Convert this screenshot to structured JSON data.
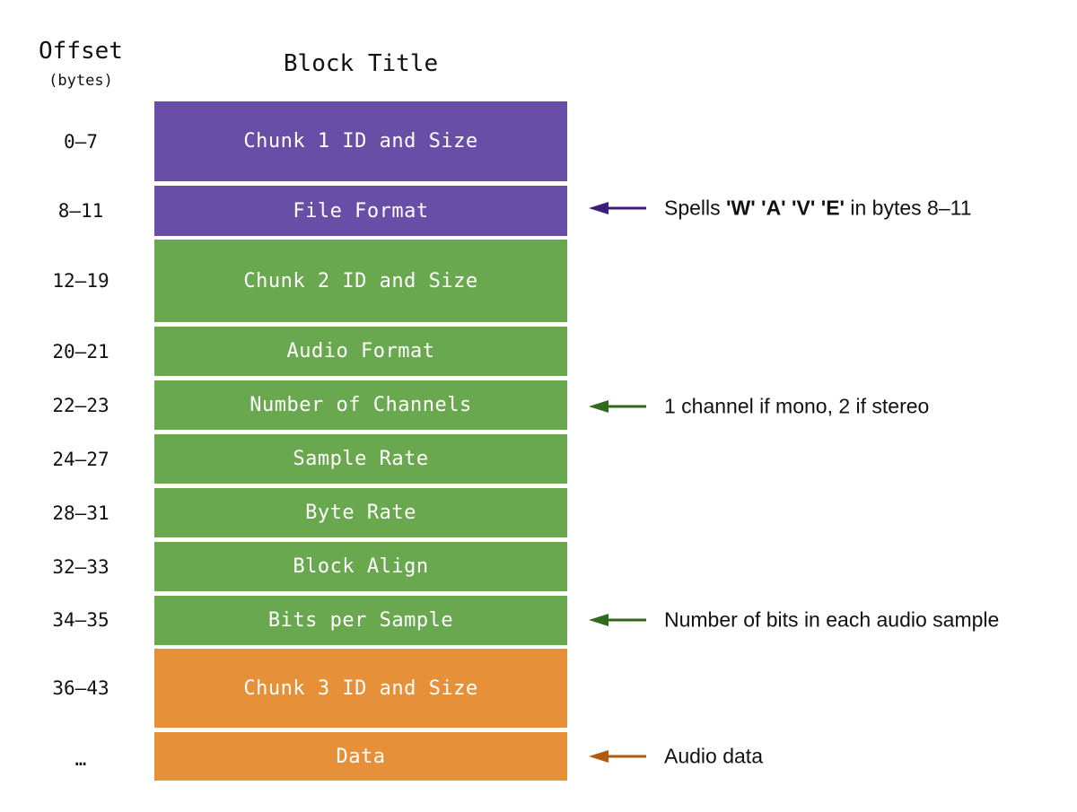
{
  "header": {
    "offset_title": "Offset",
    "offset_unit": "(bytes)",
    "block_title": "Block Title"
  },
  "rows": [
    {
      "offset": "0–7",
      "title": "Chunk 1 ID and Size"
    },
    {
      "offset": "8–11",
      "title": "File Format"
    },
    {
      "offset": "12–19",
      "title": "Chunk 2 ID and Size"
    },
    {
      "offset": "20–21",
      "title": "Audio Format"
    },
    {
      "offset": "22–23",
      "title": "Number of Channels"
    },
    {
      "offset": "24–27",
      "title": "Sample Rate"
    },
    {
      "offset": "28–31",
      "title": "Byte Rate"
    },
    {
      "offset": "32–33",
      "title": "Block Align"
    },
    {
      "offset": "34–35",
      "title": "Bits per Sample"
    },
    {
      "offset": "36–43",
      "title": "Chunk 3 ID and Size"
    },
    {
      "offset": "…",
      "title": "Data"
    }
  ],
  "annotations": {
    "file_format": {
      "prefix": "Spells",
      "letters": [
        "'W'",
        "'A'",
        "'V'",
        "'E'"
      ],
      "suffix": "in bytes 8–11"
    },
    "channels": "1 channel if mono, 2 if stereo",
    "bits_per_sample": "Number of bits in each audio sample",
    "data": "Audio data"
  },
  "colors": {
    "riff_chunk": "#684ea6",
    "fmt_chunk": "#6aa84f",
    "data_chunk": "#e6913a",
    "arrow_purple": "#3b1f7a",
    "arrow_green": "#2f6b1c",
    "arrow_orange": "#b35a12"
  },
  "icons": [
    "left-arrow-icon"
  ]
}
